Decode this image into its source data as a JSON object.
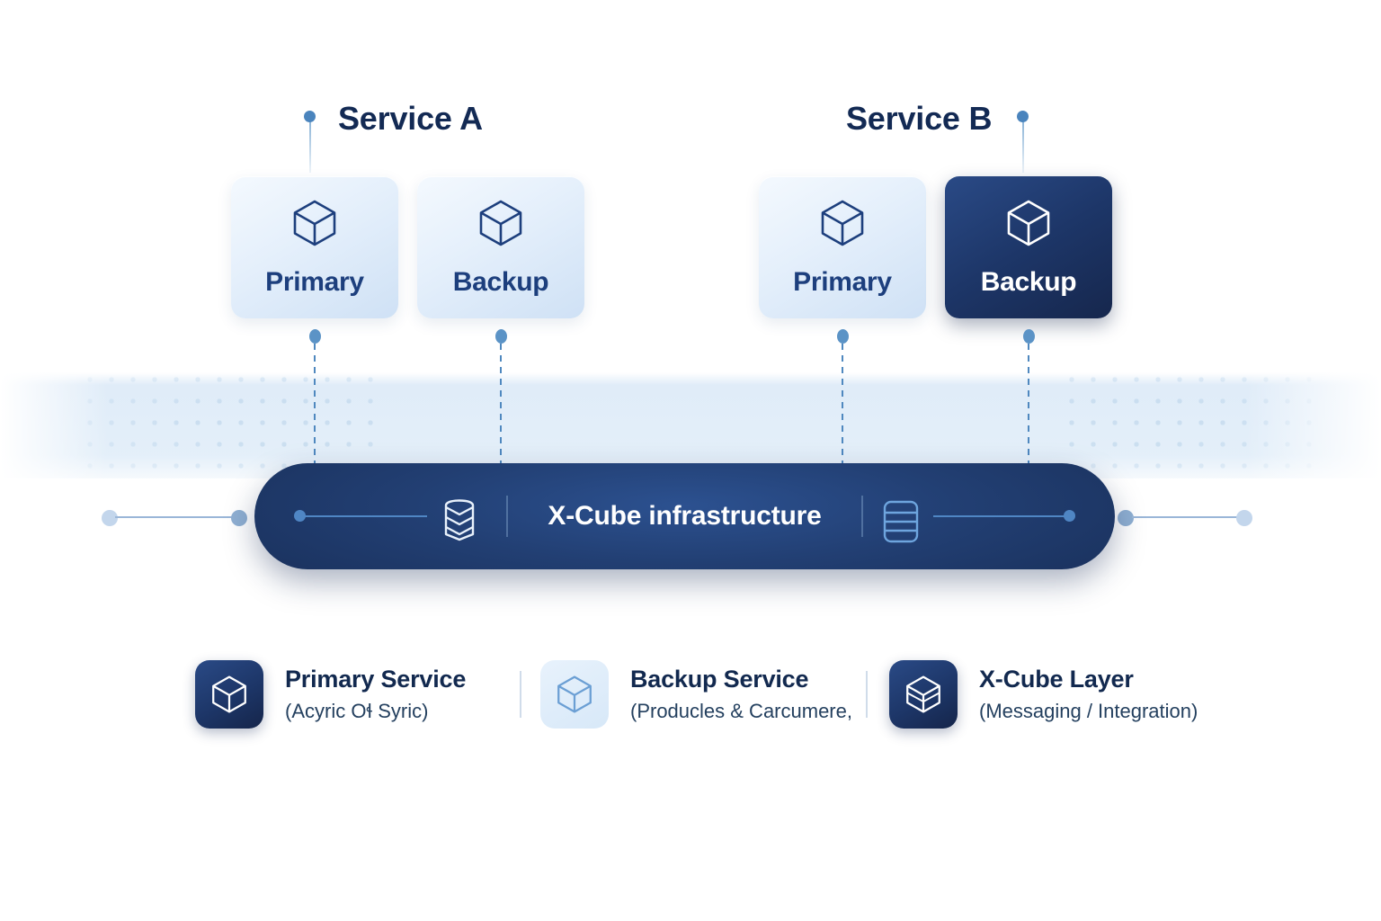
{
  "diagram": {
    "groups": [
      {
        "name": "service-a",
        "label": "Service A"
      },
      {
        "name": "service-b",
        "label": "Service B"
      }
    ],
    "cards": [
      {
        "label": "Primary",
        "variant": "light",
        "icon": "cube-icon"
      },
      {
        "label": "Backup",
        "variant": "light",
        "icon": "cube-icon"
      },
      {
        "label": "Primary",
        "variant": "light",
        "icon": "cube-icon"
      },
      {
        "label": "Backup",
        "variant": "dark",
        "icon": "cube-icon"
      }
    ],
    "infrastructure": {
      "title": "X-Cube infrastructure",
      "left_icon": "database-stack-icon",
      "right_icon": "server-stack-icon"
    },
    "legend": [
      {
        "title": "Primary Service",
        "subtitle": "(Acyric Oɬ Syric)",
        "variant": "dark",
        "icon": "cube-icon"
      },
      {
        "title": "Backup Service",
        "subtitle": "(Producles & Carcumere,",
        "variant": "light",
        "icon": "cube-icon"
      },
      {
        "title": "X-Cube Layer",
        "subtitle": "(Messaging / Integration)",
        "variant": "dark",
        "icon": "layered-cube-icon"
      }
    ],
    "colors": {
      "navy_dark": "#16274d",
      "navy": "#1d3668",
      "accent_blue": "#4f86c4",
      "light_card": "#e4effb",
      "band": "#e2eef9",
      "text_navy": "#12294f",
      "white": "#ffffff"
    }
  }
}
